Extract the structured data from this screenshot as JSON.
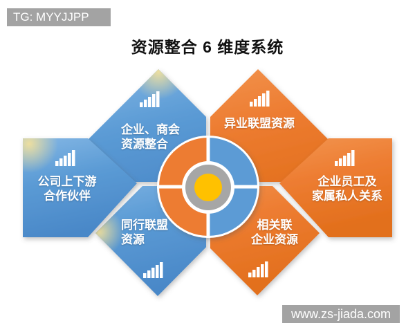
{
  "badges": {
    "top_left": "TG: MYYJJPP",
    "bottom_right": "www.zs-jiada.com"
  },
  "title": "资源整合 6 维度系统",
  "nodes": {
    "top_left": {
      "line1": "企业、商会",
      "line2": "资源整合"
    },
    "top_right": {
      "line1": "异业联盟资源",
      "line2": ""
    },
    "left": {
      "line1": "公司上下游",
      "line2": "合作伙伴"
    },
    "right": {
      "line1": "企业员工及",
      "line2": "家属私人关系"
    },
    "bottom_left": {
      "line1": "同行联盟",
      "line2": "资源"
    },
    "bottom_right": {
      "line1": "相关联",
      "line2": "企业资源"
    }
  },
  "icons": {
    "node_icon": "bar-chart"
  },
  "colors": {
    "blue": "#5B9BD5",
    "orange": "#ED7C31",
    "gray": "#A6A6A6",
    "yellow": "#FFC103",
    "badge_gray": "#A3A3A3"
  }
}
